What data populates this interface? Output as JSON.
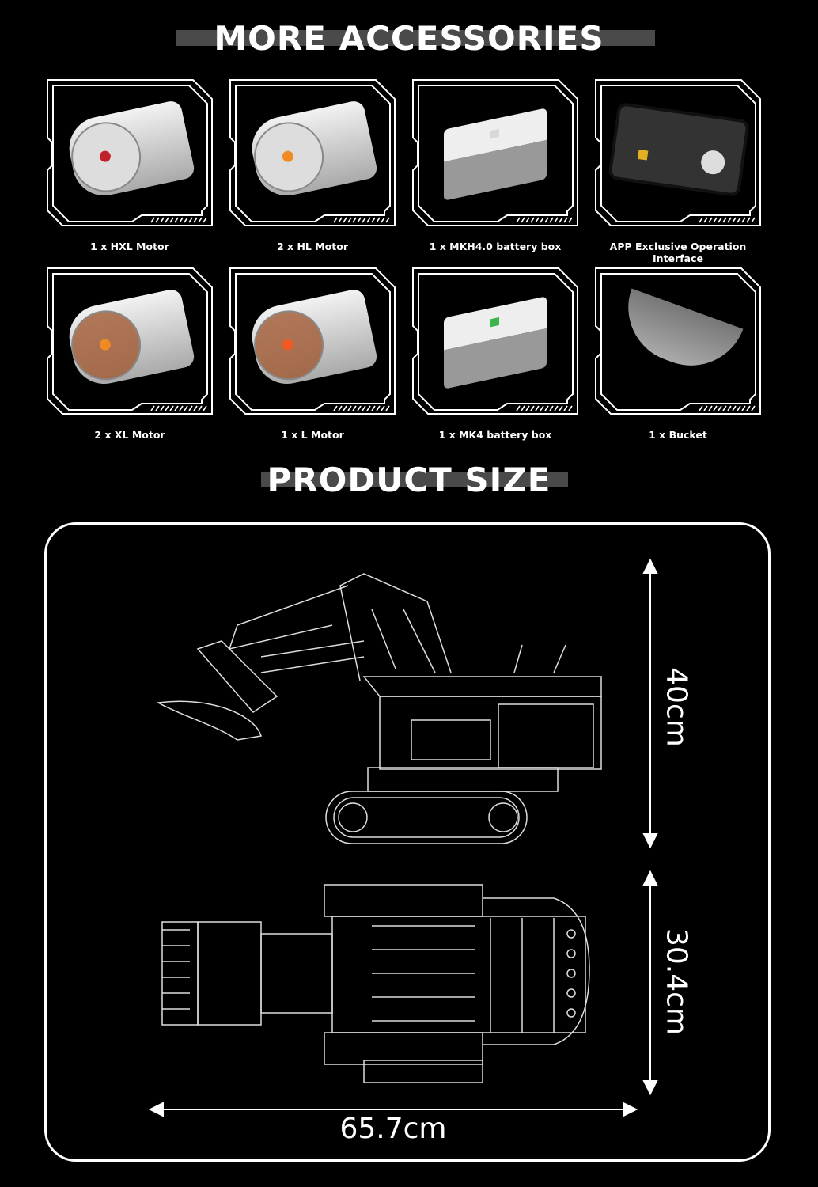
{
  "accessories_title": "MORE ACCESSORIES",
  "accessories": [
    {
      "label": "1 x HXL  Motor",
      "icon": "hxl-motor-icon",
      "accent": "#c0202a"
    },
    {
      "label": "2 x HL  Motor",
      "icon": "hl-motor-icon",
      "accent": "#f08a24"
    },
    {
      "label": "1 x MKH4.0 battery box",
      "icon": "mkh4-battery-box-icon",
      "accent": "#d8d8d8"
    },
    {
      "label": "APP Exclusive Operation Interface",
      "icon": "phone-app-icon",
      "accent": "#e3b020"
    },
    {
      "label": "2 x XL  Motor",
      "icon": "xl-motor-icon",
      "accent": "#f08a24"
    },
    {
      "label": "1 x L  Motor",
      "icon": "l-motor-icon",
      "accent": "#f05a24"
    },
    {
      "label": "1 x MK4 battery box",
      "icon": "mk4-battery-box-icon",
      "accent": "#3cb54a"
    },
    {
      "label": "1 x Bucket",
      "icon": "bucket-icon",
      "accent": "#888888"
    }
  ],
  "size_title": "PRODUCT SIZE",
  "dimensions": {
    "height": "40cm",
    "width": "30.4cm",
    "length": "65.7cm"
  }
}
